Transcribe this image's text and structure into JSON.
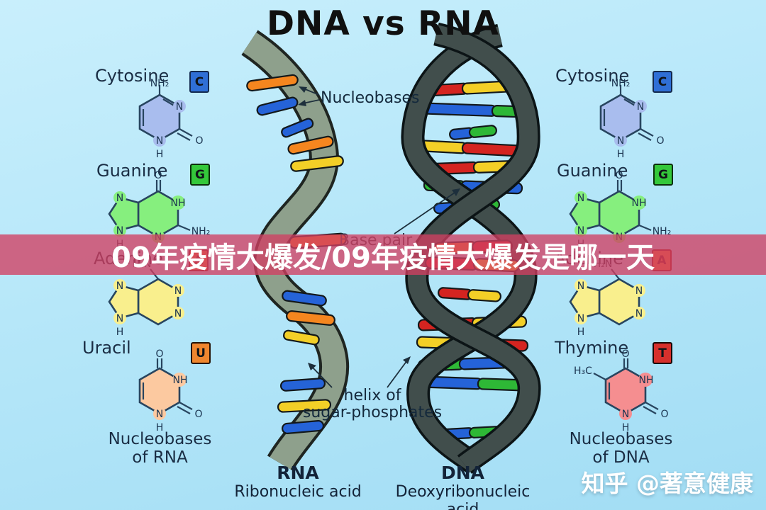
{
  "title": "DNA vs RNA",
  "banner": {
    "text": "09年疫情大爆发/09年疫情大爆发是哪一天",
    "bg_color": "#d13f61"
  },
  "watermark": {
    "text": "知乎 @著意健康"
  },
  "annotations": {
    "nucleobases": "Nucleobases",
    "base_pair": "Base pair",
    "helix_line1": "helix of",
    "helix_line2": "sugar-phosphates"
  },
  "footers": {
    "rna": {
      "line1": "Nucleobases",
      "line2": "of RNA"
    },
    "dna": {
      "line1": "Nucleobases",
      "line2": "of DNA"
    }
  },
  "strands": {
    "rna": {
      "abbr": "RNA",
      "full": "Ribonucleic acid"
    },
    "dna": {
      "abbr": "DNA",
      "full": "Deoxyribonucleic acid"
    }
  },
  "bases": {
    "cytosine": {
      "label": "Cytosine",
      "badge": "C",
      "badge_bg": "#2f6fd6",
      "ring_fill": "#a9bdee",
      "atoms": {
        "amino": "NH₂",
        "n1": "N",
        "o": "O",
        "n2": "N",
        "h": "H"
      }
    },
    "guanine": {
      "label": "Guanine",
      "badge": "G",
      "badge_bg": "#34c83a",
      "ring_fill": "#86ef7e",
      "atoms": {
        "o": "O",
        "nh": "NH",
        "amino": "NH₂",
        "n1": "N",
        "n2": "N",
        "n3": "N",
        "h": "H"
      }
    },
    "adenine": {
      "label": "Adenine",
      "badge": "A",
      "badge_bg": "#ee7a2f",
      "ring_fill": "#f9ef8d",
      "atoms": {
        "amino": "H₂N",
        "n1": "N",
        "n2": "N",
        "n3": "N",
        "n4": "N",
        "h": "H"
      }
    },
    "uracil": {
      "label": "Uracil",
      "badge": "U",
      "badge_bg": "#ef862f",
      "ring_fill": "#fcc9a0",
      "atoms": {
        "o1": "O",
        "nh": "NH",
        "o2": "O",
        "n": "N",
        "h": "H"
      }
    },
    "thymine": {
      "label": "Thymine",
      "badge": "T",
      "badge_bg": "#d6302c",
      "ring_fill": "#f58e90",
      "atoms": {
        "methyl": "H₃C",
        "o1": "O",
        "nh": "NH",
        "o2": "O",
        "n": "N",
        "h": "H"
      }
    }
  },
  "helix_colors": {
    "red": "#d42420",
    "yellow": "#f3cf27",
    "green": "#2eb836",
    "blue": "#2563d8",
    "orange": "#f5861f",
    "rna_ribbon": "#8ea08c",
    "dna_ribbon": "#414e4c"
  }
}
